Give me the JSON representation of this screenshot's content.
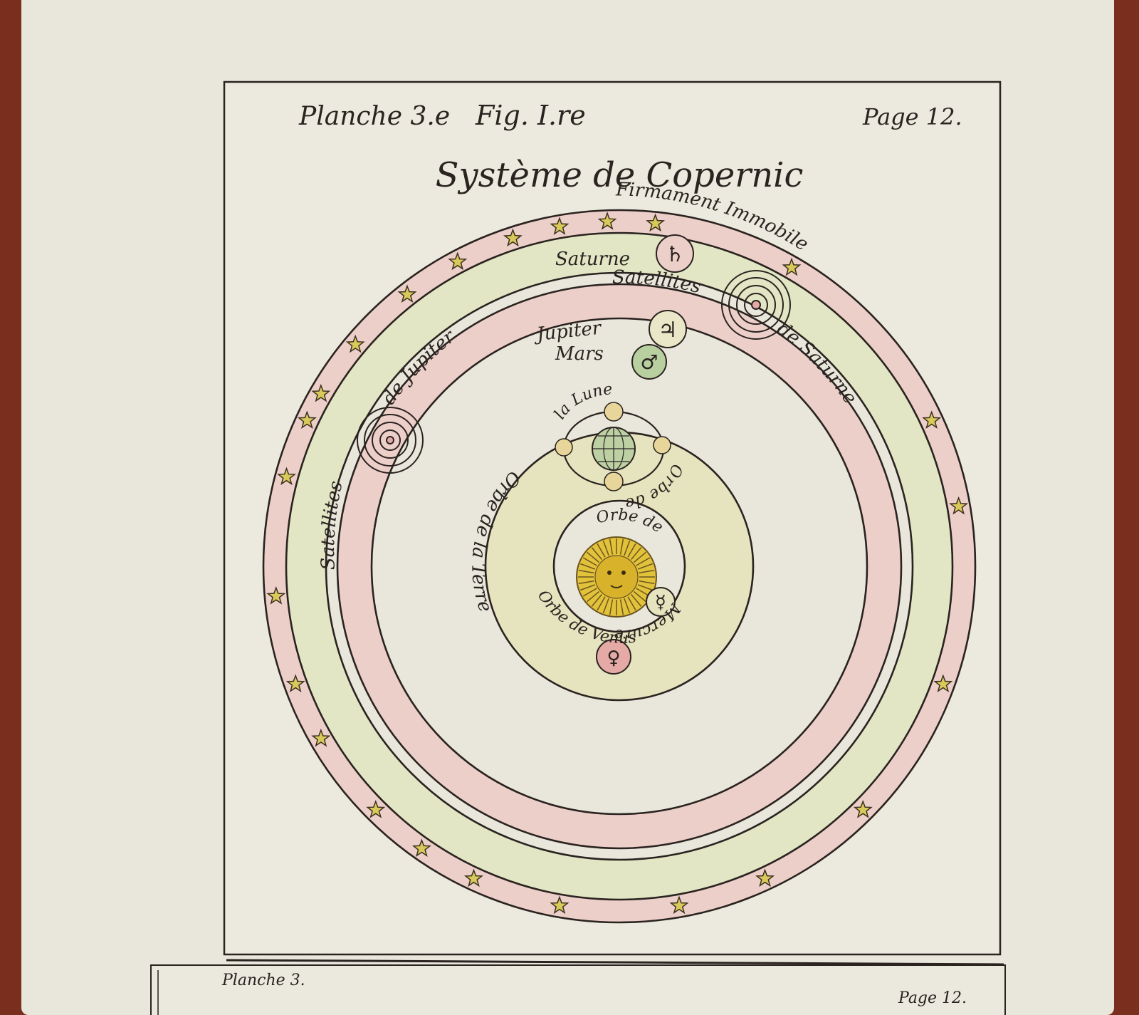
{
  "plate": {
    "planche": "Planche 3.e",
    "figure": "Fig. I.re",
    "page": "Page 12.",
    "title": "Système de Copernic"
  },
  "labels": {
    "firmament": "Firmament Immobile",
    "saturne": "Saturne",
    "satellites_saturne_1": "Satellites",
    "satellites_saturne_2": "de Saturne",
    "satellites_jupiter_1": "Satellites",
    "satellites_jupiter_2": "de Jupiter",
    "jupiter": "Jupiter",
    "mars": "Mars",
    "lune_1": "la Lune",
    "lune_2": "Orbe de",
    "terre": "Orbe de la Terre",
    "mercure_1": "Orbe de",
    "mercure_2": "Mercure",
    "venus": "Orbe de Venus"
  },
  "symbols": {
    "saturne": "♄",
    "jupiter": "♃",
    "mars": "♂",
    "venus": "♀",
    "mercure": "☿"
  },
  "lower_plate": {
    "planche": "Planche 3.",
    "page": "Page 12."
  },
  "colors": {
    "paper": "#e9e6dc",
    "pink": "#eccfc9",
    "green": "#e2e6c4",
    "yellow_sun": "#e2c23a",
    "venus_pink": "#e5aaa6",
    "mars_green": "#b8cfa0",
    "ink": "#2a2320"
  }
}
